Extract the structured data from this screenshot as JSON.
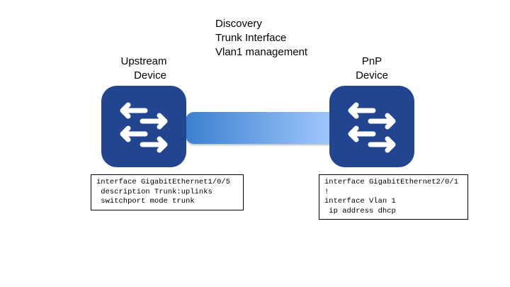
{
  "link_label": {
    "lines": [
      "Discovery",
      "Trunk Interface",
      "Vlan1 management"
    ]
  },
  "upstream": {
    "label_lines": [
      "Upstream",
      "Device"
    ],
    "icon": "switch-arrows-icon",
    "config_lines": [
      "interface GigabitEthernet1/0/5",
      " description Trunk:uplinks",
      " switchport mode trunk"
    ]
  },
  "pnp": {
    "label_lines": [
      "PnP",
      "Device"
    ],
    "icon": "switch-arrows-icon",
    "config_lines": [
      "interface GigabitEthernet2/0/1",
      "!",
      "interface Vlan 1",
      " ip address dhcp"
    ]
  },
  "colors": {
    "device": "#21468f",
    "link_start": "#3a80cf",
    "link_end": "#9fc6fc"
  }
}
